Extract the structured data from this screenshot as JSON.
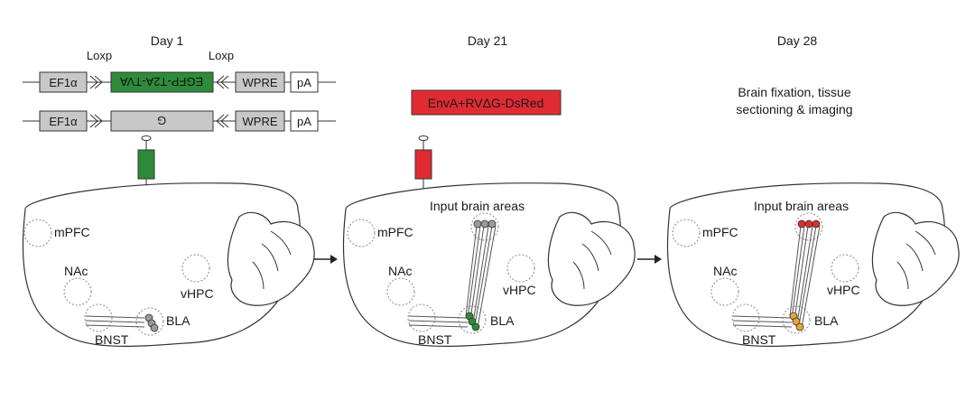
{
  "panels": [
    {
      "day": "Day 1",
      "loxp_left": "Loxp",
      "loxp_right": "Loxp",
      "construct1": [
        "EF1α",
        "EGFP-T2A-TVA",
        "WPRE",
        "pA"
      ],
      "construct2": [
        "EF1α",
        "G",
        "WPRE",
        "pA"
      ],
      "regions": [
        "mPFC",
        "NAc",
        "vHPC",
        "BNST",
        "BLA"
      ]
    },
    {
      "day": "Day 21",
      "injection_label": "EnvA+RVΔG-DsRed",
      "input_label": "Input brain areas",
      "regions": [
        "mPFC",
        "NAc",
        "vHPC",
        "BNST",
        "BLA"
      ]
    },
    {
      "day": "Day 28",
      "caption_line1": "Brain fixation, tissue",
      "caption_line2": "sectioning & imaging",
      "input_label": "Input brain areas",
      "regions": [
        "mPFC",
        "NAc",
        "vHPC",
        "BNST",
        "BLA"
      ]
    }
  ],
  "colors": {
    "green": "#2e8b3a",
    "red": "#e02b33",
    "grey_box": "#c8c8c8",
    "grey_cell": "#9a9a9a",
    "orange_cell": "#e8a23a",
    "line": "#333333"
  }
}
